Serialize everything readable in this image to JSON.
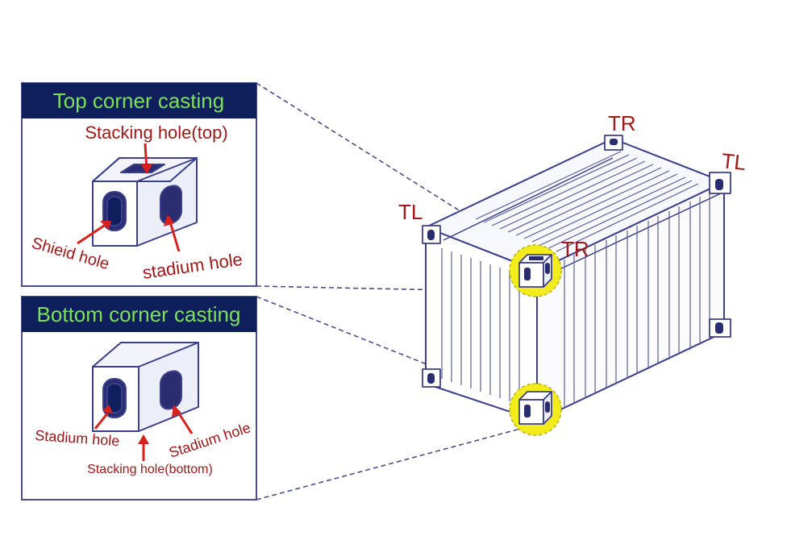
{
  "colors": {
    "navy": "#0f1f5c",
    "title_green": "#7ee05a",
    "label_red": "#a01818",
    "arrow_red": "#d8201c",
    "outline": "#3b3f8c",
    "highlight": "#f2ec1c"
  },
  "top_panel": {
    "title": "Top corner casting",
    "stacking_hole_label": "Stacking hole(top)",
    "shield_hole_label": "Shieid hole",
    "stadium_hole_label": "stadium hole"
  },
  "bottom_panel": {
    "title": "Bottom corner casting",
    "stadium_hole_left_label": "Stadium hole",
    "stadium_hole_right_label": "Stadium hole",
    "stacking_hole_label": "Stacking hole(bottom)"
  },
  "container_tags": {
    "back_right": "TR",
    "far_left": "TL",
    "front_left": "TL",
    "front_right": "TR"
  }
}
